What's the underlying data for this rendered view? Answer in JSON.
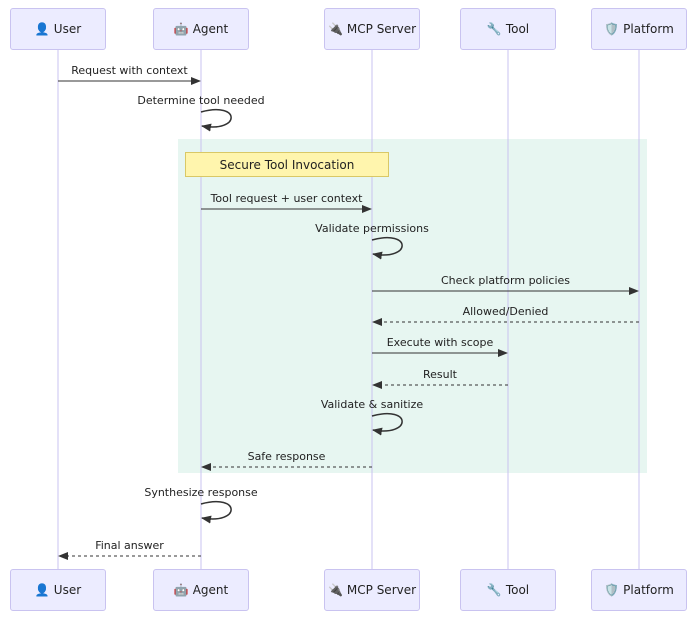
{
  "actors": [
    {
      "id": "user",
      "label": "User",
      "icon": "👤",
      "icon_name": "user-icon"
    },
    {
      "id": "agent",
      "label": "Agent",
      "icon": "🤖",
      "icon_name": "robot-icon"
    },
    {
      "id": "mcp",
      "label": "MCP Server",
      "icon": "🔌",
      "icon_name": "plug-icon"
    },
    {
      "id": "tool",
      "label": "Tool",
      "icon": "🔧",
      "icon_name": "wrench-icon"
    },
    {
      "id": "platform",
      "label": "Platform",
      "icon": "🛡️",
      "icon_name": "shield-icon"
    }
  ],
  "region_note": "Secure Tool Invocation",
  "messages": [
    {
      "from": "user",
      "to": "agent",
      "label": "Request with context",
      "style": "solid"
    },
    {
      "from": "agent",
      "to": "agent",
      "label": "Determine tool needed",
      "style": "solid"
    },
    {
      "from": "agent",
      "to": "mcp",
      "label": "Tool request + user context",
      "style": "solid"
    },
    {
      "from": "mcp",
      "to": "mcp",
      "label": "Validate permissions",
      "style": "solid"
    },
    {
      "from": "mcp",
      "to": "platform",
      "label": "Check platform policies",
      "style": "solid"
    },
    {
      "from": "platform",
      "to": "mcp",
      "label": "Allowed/Denied",
      "style": "dashed"
    },
    {
      "from": "mcp",
      "to": "tool",
      "label": "Execute with scope",
      "style": "solid"
    },
    {
      "from": "tool",
      "to": "mcp",
      "label": "Result",
      "style": "dashed"
    },
    {
      "from": "mcp",
      "to": "mcp",
      "label": "Validate & sanitize",
      "style": "solid"
    },
    {
      "from": "mcp",
      "to": "agent",
      "label": "Safe response",
      "style": "dashed"
    },
    {
      "from": "agent",
      "to": "agent",
      "label": "Synthesize response",
      "style": "solid"
    },
    {
      "from": "agent",
      "to": "user",
      "label": "Final answer",
      "style": "dashed"
    }
  ],
  "colors": {
    "actor_fill": "#ececff",
    "actor_border": "#c9c3f0",
    "lifeline": "#c9c3f0",
    "region": "#e7f6f1",
    "note": "#fff5ad",
    "arrow": "#333333"
  }
}
